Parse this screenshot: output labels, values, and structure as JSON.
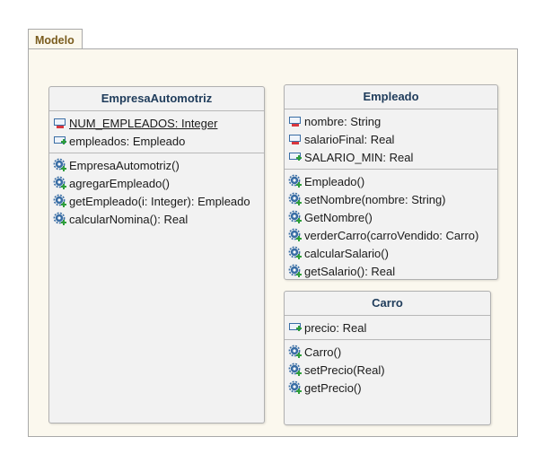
{
  "package": {
    "name": "Modelo"
  },
  "classes": [
    {
      "name": "EmpresaAutomotriz",
      "attributes": [
        {
          "text": "NUM_EMPLEADOS: Integer",
          "visibility": "private",
          "static": true
        },
        {
          "text": "empleados: Empleado",
          "visibility": "public",
          "static": false
        }
      ],
      "operations": [
        {
          "text": "EmpresaAutomotriz()"
        },
        {
          "text": "agregarEmpleado()"
        },
        {
          "text": "getEmpleado(i: Integer): Empleado"
        },
        {
          "text": "calcularNomina(): Real"
        }
      ]
    },
    {
      "name": "Empleado",
      "attributes": [
        {
          "text": "nombre: String",
          "visibility": "private",
          "static": false
        },
        {
          "text": "salarioFinal: Real",
          "visibility": "private",
          "static": false
        },
        {
          "text": "SALARIO_MIN: Real",
          "visibility": "public",
          "static": false
        }
      ],
      "operations": [
        {
          "text": "Empleado()"
        },
        {
          "text": "setNombre(nombre: String)"
        },
        {
          "text": "GetNombre()"
        },
        {
          "text": "verderCarro(carroVendido: Carro)"
        },
        {
          "text": "calcularSalario()"
        },
        {
          "text": "getSalario(): Real"
        }
      ]
    },
    {
      "name": "Carro",
      "attributes": [
        {
          "text": "precio: Real",
          "visibility": "public",
          "static": false
        }
      ],
      "operations": [
        {
          "text": "Carro()"
        },
        {
          "text": "setPrecio(Real)"
        },
        {
          "text": "getPrecio()"
        }
      ]
    }
  ],
  "colors": {
    "package_fill": "#fbf8ee",
    "package_title": "#7a5c1e",
    "class_fill": "#f2f2f2",
    "class_title": "#1f3c5b",
    "private_marker": "#d9363e",
    "public_marker": "#2e9e3a",
    "operation_gear": "#3a6ea5"
  }
}
